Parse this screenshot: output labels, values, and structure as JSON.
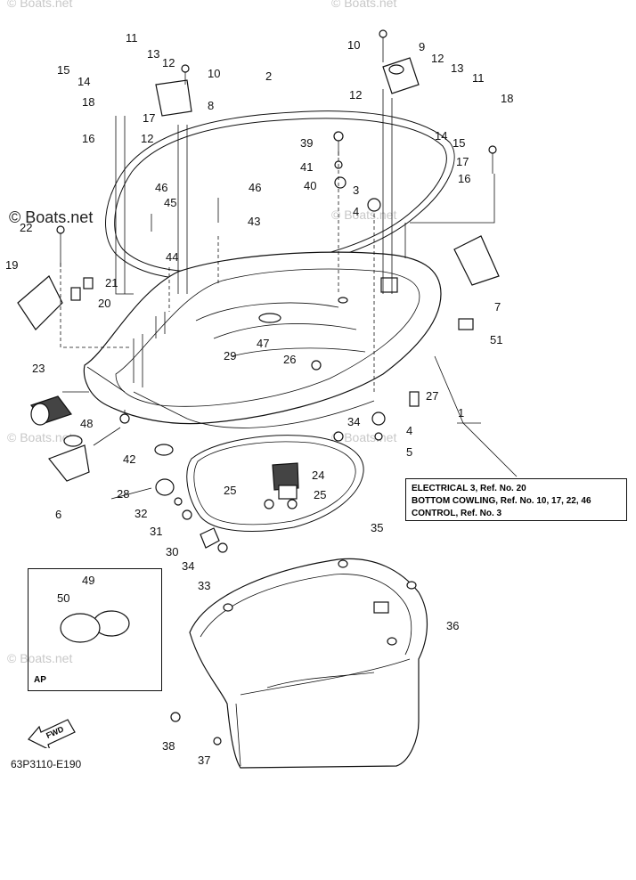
{
  "watermark": "© Boats.net",
  "diagram_code": "63P3110-E190",
  "fwd_label": "FWD",
  "ap_label": "AP",
  "reference_box": {
    "lines": [
      "ELECTRICAL 3, Ref. No. 20",
      "BOTTOM COWLING, Ref. No. 10, 17, 22, 46",
      "CONTROL, Ref. No. 3"
    ]
  },
  "callouts": {
    "c1": "1",
    "c2": "2",
    "c3": "3",
    "c4a": "4",
    "c4b": "4",
    "c5": "5",
    "c6": "6",
    "c7": "7",
    "c8": "8",
    "c9": "9",
    "c10a": "10",
    "c10b": "10",
    "c11a": "11",
    "c11b": "11",
    "c12a": "12",
    "c12b": "12",
    "c12c": "12",
    "c12d": "12",
    "c13a": "13",
    "c13b": "13",
    "c14a": "14",
    "c14b": "14",
    "c15a": "15",
    "c15b": "15",
    "c16a": "16",
    "c16b": "16",
    "c17a": "17",
    "c17b": "17",
    "c18a": "18",
    "c18b": "18",
    "c19": "19",
    "c20": "20",
    "c21": "21",
    "c22": "22",
    "c23": "23",
    "c24": "24",
    "c25a": "25",
    "c25b": "25",
    "c26": "26",
    "c27": "27",
    "c28": "28",
    "c29": "29",
    "c30": "30",
    "c31": "31",
    "c32": "32",
    "c33": "33",
    "c34a": "34",
    "c34b": "34",
    "c35": "35",
    "c36": "36",
    "c37": "37",
    "c38": "38",
    "c39": "39",
    "c40": "40",
    "c41": "41",
    "c42": "42",
    "c43": "43",
    "c44": "44",
    "c45": "45",
    "c46a": "46",
    "c46b": "46",
    "c47": "47",
    "c48": "48",
    "c49": "49",
    "c50": "50",
    "c51": "51"
  }
}
